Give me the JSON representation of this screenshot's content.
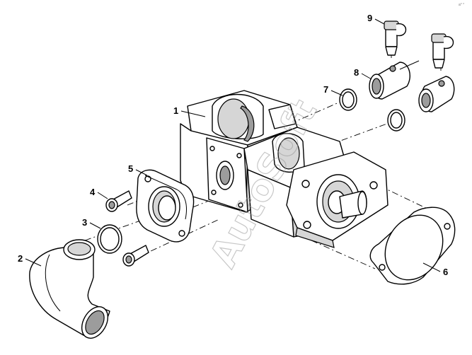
{
  "diagram": {
    "callouts": [
      {
        "id": "1",
        "text": "1"
      },
      {
        "id": "2",
        "text": "2"
      },
      {
        "id": "3",
        "text": "3"
      },
      {
        "id": "4",
        "text": "4"
      },
      {
        "id": "5",
        "text": "5"
      },
      {
        "id": "6",
        "text": "6"
      },
      {
        "id": "7",
        "text": "7"
      },
      {
        "id": "8",
        "text": "8"
      },
      {
        "id": "9",
        "text": "9"
      }
    ],
    "watermark": "AutoSoft",
    "corner_mark": "a° °"
  }
}
